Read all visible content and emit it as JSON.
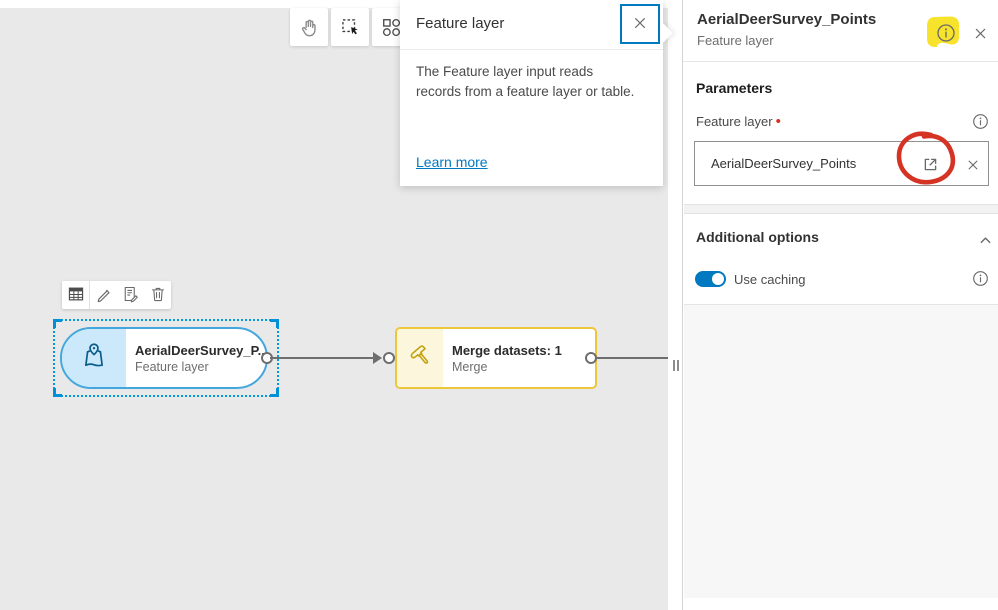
{
  "popup": {
    "title": "Feature layer",
    "body": "The Feature layer input reads records from a feature layer or table.",
    "link_label": "Learn more"
  },
  "canvas_toolbar": {
    "icons": [
      "pan-hand",
      "marquee-select",
      "auto-layout"
    ]
  },
  "node_toolbar": {
    "icons": [
      "table-preview",
      "edit-pencil",
      "edit-note",
      "trash-delete"
    ]
  },
  "nodes": {
    "source": {
      "title": "AerialDeerSurvey_P...",
      "subtitle": "Feature layer",
      "icon": "map-pin"
    },
    "merge": {
      "title": "Merge datasets: 1",
      "subtitle": "Merge",
      "icon": "hammer"
    }
  },
  "panel": {
    "title": "AerialDeerSurvey_Points",
    "subtitle": "Feature layer",
    "parameters": {
      "heading": "Parameters",
      "field_label": "Feature layer",
      "required_marker": "•",
      "field_value": "AerialDeerSurvey_Points"
    },
    "additional_options": {
      "heading": "Additional options",
      "toggle_label": "Use caching",
      "toggle_state": "on"
    }
  },
  "annotations": {
    "highlight_color": "#f6e11b",
    "circle_color": "#d53425"
  },
  "colors": {
    "accent_blue": "#0079c1",
    "node_blue_border": "#43a6dd",
    "node_blue_fill": "#cbe9fb",
    "node_yellow_border": "#ecc73c",
    "node_yellow_fill": "#fcf6dd",
    "canvas_bg": "#e9e9e9",
    "required_red": "#d83020"
  }
}
